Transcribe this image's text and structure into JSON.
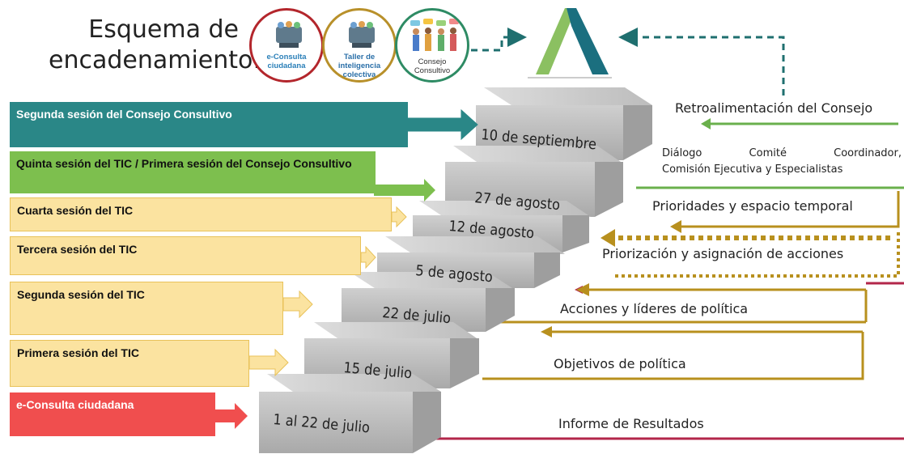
{
  "title": {
    "line1": "Esquema de",
    "line2": "encadenamiento:"
  },
  "circles": [
    {
      "label": "e-Consulta ciudadana",
      "color": "#b3262c"
    },
    {
      "label": "Taller de inteligencia colectiva",
      "color": "#b8902a"
    },
    {
      "label": "Consejo Consultivo",
      "color": "#2e8b64"
    }
  ],
  "sessions": [
    {
      "label": "Segunda sesión del Consejo Consultivo",
      "color": "#2a8787",
      "text_color": "#ffffff"
    },
    {
      "label": "Quinta sesión del TIC / Primera sesión del Consejo Consultivo",
      "color": "#7dbf4e",
      "text_color": "#111111"
    },
    {
      "label": "Cuarta sesión del TIC",
      "color": "#fbe3a0",
      "text_color": "#111111"
    },
    {
      "label": "Tercera sesión del TIC",
      "color": "#fbe3a0",
      "text_color": "#111111"
    },
    {
      "label": "Segunda sesión del TIC",
      "color": "#fbe3a0",
      "text_color": "#111111"
    },
    {
      "label": "Primera sesión del TIC",
      "color": "#fbe3a0",
      "text_color": "#111111"
    },
    {
      "label": "e-Consulta ciudadana",
      "color": "#f04e4e",
      "text_color": "#ffffff"
    }
  ],
  "steps": [
    "10 de septiembre",
    "27 de agosto",
    "12 de agosto",
    "5 de agosto",
    "22 de julio",
    "15 de julio",
    "1 al 22 de julio"
  ],
  "right": {
    "feedback": "Retroalimentación del Consejo",
    "dialog_line1": "Diálogo Comité Coordinador,",
    "dialog_line2": "Comisión Ejecutiva y Especialistas",
    "priorities": "Prioridades y espacio temporal",
    "prioritization": "Priorización y asignación de acciones",
    "actions": "Acciones y líderes de política",
    "objectives": "Objetivos de política",
    "report": "Informe de Resultados"
  },
  "colors": {
    "teal": "#1f6f6f",
    "green": "#6ab04c",
    "gold": "#b8901e",
    "crimson": "#b3264a",
    "step": "#c9c9c9"
  }
}
